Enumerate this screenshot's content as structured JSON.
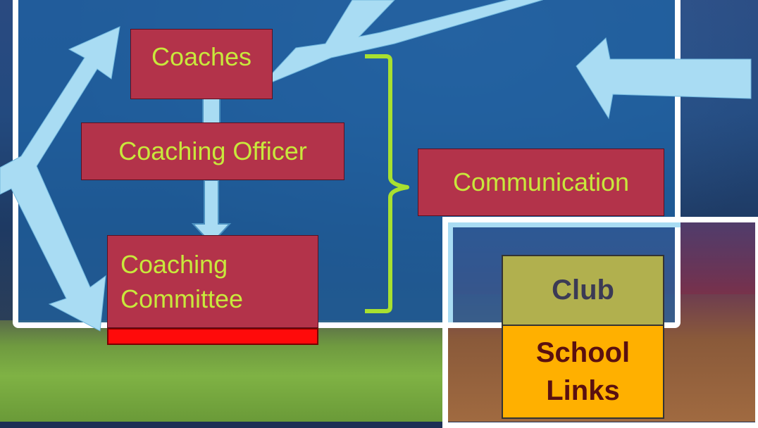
{
  "nodes": {
    "coaches": "Coaches",
    "coaching_officer": "Coaching Officer",
    "coaching_committee_line1": "Coaching",
    "coaching_committee_line2": "Committee",
    "communication": "Communication",
    "club": "Club",
    "school_line1": "School",
    "school_line2": "Links"
  },
  "colors": {
    "box_fill": "#b3334a",
    "box_text": "#c8e83c",
    "arrow": "#a9dcf3",
    "brace": "#a8e030",
    "club_fill": "#b1b04e",
    "school_fill": "#ffb000",
    "frame": "#ffffff"
  }
}
